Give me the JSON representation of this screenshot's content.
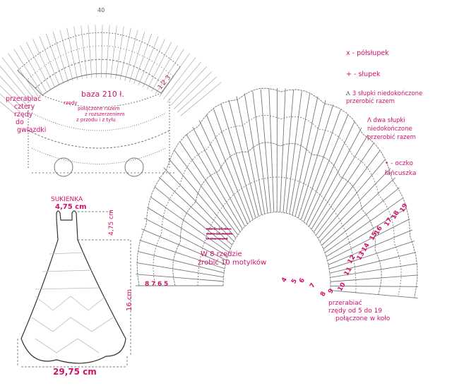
{
  "yoke_diagram": {
    "top_label": "40",
    "note_left": [
      "przerabiać",
      "cztery",
      "rzędy",
      "do",
      "gwiazdki"
    ],
    "note_base": "baza 210 ł.",
    "note_small": [
      "rzędy",
      "połączone razem",
      "z rozszerzeniem",
      "z przodu i z tyłu"
    ],
    "row_marks": "1 2 3"
  },
  "legend": {
    "items": [
      {
        "symbol": "x",
        "text": "- półsłupek"
      },
      {
        "symbol": "+",
        "text": "- słupek"
      },
      {
        "symbol": "Ⲁ",
        "text": "3 słupki niedokończone przerobić razem"
      },
      {
        "symbol": "Λ",
        "text": "dwa słupki niedokończone przerobić razem"
      },
      {
        "symbol": "•",
        "text": "- oczko łańcuszka"
      }
    ]
  },
  "dress": {
    "title": "SUKIENKA",
    "width_top": "4,75 cm",
    "bodice_height": "4,75 cm",
    "skirt_height": "16 cm",
    "hem_width": "29,75 cm"
  },
  "skirt_diagram": {
    "note_row8": [
      "W 8 rzędzie",
      "zrobić 10 motylków"
    ],
    "note_rows": [
      "przerabiać",
      "rzędy od 5 do 19",
      "połączone w koło"
    ],
    "struck_text": [
      "row 8: 10 dc...",
      "work 10 motifs",
      "in the round"
    ],
    "left_rows": [
      "8",
      "7",
      "6",
      "5"
    ],
    "row_numbers": [
      "4",
      "5",
      "6",
      "7",
      "8",
      "9",
      "10",
      "11",
      "12",
      "13",
      "14",
      "15",
      "16",
      "17",
      "18",
      "19"
    ]
  },
  "colors": {
    "ink": "#d0116a",
    "pencil": "#6a6a6a"
  }
}
